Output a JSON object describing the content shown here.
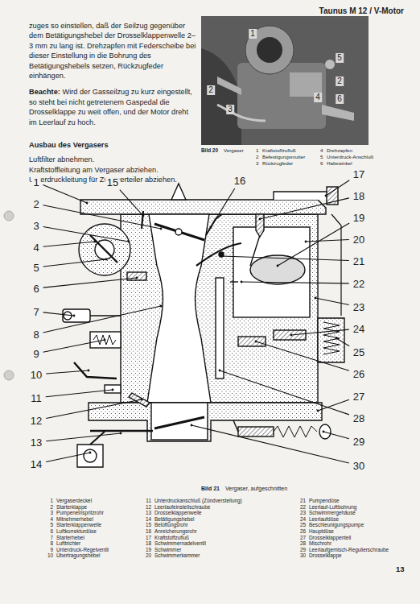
{
  "diagram": {
    "title": "Taunus M 12 / V-Motor",
    "caption": "Vergaser, aufgeschnitten",
    "labels": [
      "zuges so einstellen, daß der Seilzug gegenüber dem Betätigungshebel der Drosselklappenwelle 2–3 mm zu lang ist. Drehzapfen mit Federscheibe bei dieser Einstellung in die Bohrung des Betätigungshebels setzen, Rückzugfeder einhängen.",
      "Beachte:",
      "Wird der Gasseilzug zu kurz eingestellt, so steht bei nicht getretenem Gaspedal die Drosselklappe zu weit offen, und der Motor dreht im Leerlauf zu hoch.",
      "Ausbau des Vergasers",
      "Luftfilter abnehmen.",
      "Kraftstoffleitung am Vergaser abziehen.",
      "Unterdruckleitung für Zündverteiler abziehen.",
      "1",
      "5",
      "2",
      "2",
      "3",
      "4",
      "6",
      "Bild 20",
      "Vergaser",
      "1",
      "Kraftstoffzufluß",
      "2",
      "Befestigungsmutter",
      "3",
      "Rückzugfeder",
      "4",
      "Drehzapfen",
      "5",
      "Unterdruck-Anschluß",
      "6",
      "Haltewinkel",
      "1",
      "2",
      "3",
      "4",
      "5",
      "6",
      "7",
      "8",
      "9",
      "10",
      "11",
      "12",
      "13",
      "14",
      "15",
      "16",
      "17",
      "18",
      "19",
      "20",
      "21",
      "22",
      "23",
      "24",
      "25",
      "26",
      "27",
      "28",
      "29",
      "30",
      "Bild 21",
      "1",
      "Vergaserdeckel",
      "2",
      "Starterklappe",
      "3",
      "Pumpeneinspritzrohr",
      "4",
      "Mitnehmerhebel",
      "5",
      "Starterklappenwelle",
      "6",
      "Luftkorrekturdüse",
      "7",
      "Starterhebel",
      "8",
      "Lufttrichter",
      "9",
      "Unterdruck-Regelventil",
      "10",
      "Übertragungshebel",
      "11",
      "Unterdruckanschluß (Zündverstellung)",
      "12",
      "Leerlaufeinstellschraube",
      "13",
      "Drosselklappenwelle",
      "14",
      "Betätigungshebel",
      "15",
      "Belüftungsrohr",
      "16",
      "Anreicherungsrohr",
      "17",
      "Kraftstoffzufluß",
      "18",
      "Schwimmernadelventil",
      "19",
      "Schwimmer",
      "20",
      "Schwimmerkammer",
      "21",
      "Pumpendüse",
      "22",
      "Leerlauf-Luftbohrung",
      "23",
      "Schwimmergehäuse",
      "24",
      "Leerlaufdüse",
      "25",
      "Beschleunigungspumpe",
      "26",
      "Hauptdüse",
      "27",
      "Drosselklappenteil",
      "28",
      "Mischrohr",
      "29",
      "Leerlaufgemisch-Regulierschraube",
      "30",
      "Drosselklappe",
      "13"
    ]
  }
}
